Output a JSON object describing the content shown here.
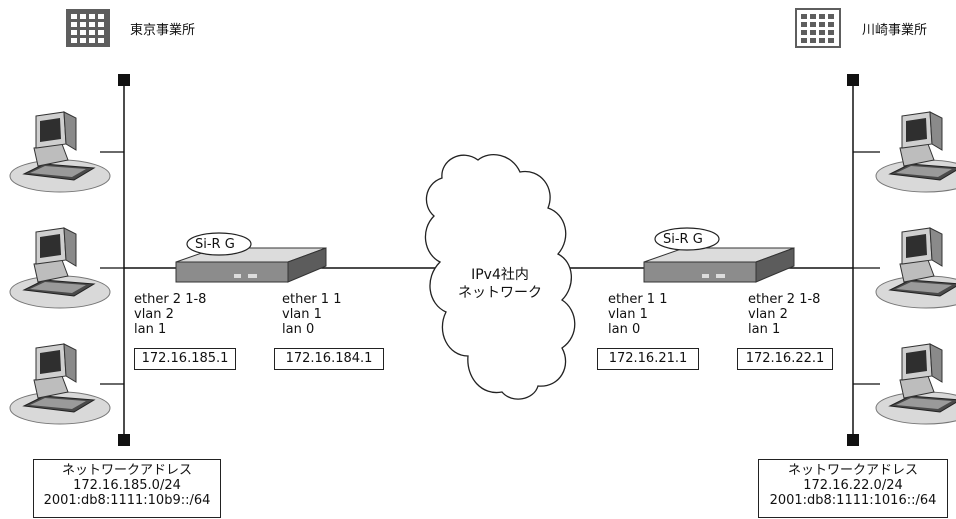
{
  "sites": {
    "tokyo": {
      "name": "東京事業所"
    },
    "kawasaki": {
      "name": "川崎事業所"
    }
  },
  "routers": {
    "left": {
      "badge": "Si-R G",
      "lan_port": {
        "ether": "ether 2 1-8",
        "vlan": "vlan 2",
        "lan": "lan 1",
        "ip": "172.16.185.1"
      },
      "wan_port": {
        "ether": "ether 1 1",
        "vlan": "vlan 1",
        "lan": "lan 0",
        "ip": "172.16.184.1"
      }
    },
    "right": {
      "badge": "Si-R G",
      "wan_port": {
        "ether": "ether 1 1",
        "vlan": "vlan 1",
        "lan": "lan 0",
        "ip": "172.16.21.1"
      },
      "lan_port": {
        "ether": "ether 2 1-8",
        "vlan": "vlan 2",
        "lan": "lan 1",
        "ip": "172.16.22.1"
      }
    }
  },
  "cloud": {
    "line1": "IPv4社内",
    "line2": "ネットワーク"
  },
  "networks": {
    "left": {
      "title": "ネットワークアドレス",
      "ipv4": "172.16.185.0/24",
      "ipv6": "2001:db8:1111:10b9::/64"
    },
    "right": {
      "title": "ネットワークアドレス",
      "ipv4": "172.16.22.0/24",
      "ipv6": "2001:db8:1111:1016::/64"
    }
  },
  "icons": {
    "building": "building-icon",
    "pc": "pc-icon",
    "router": "router-icon",
    "cloud": "cloud-icon"
  }
}
